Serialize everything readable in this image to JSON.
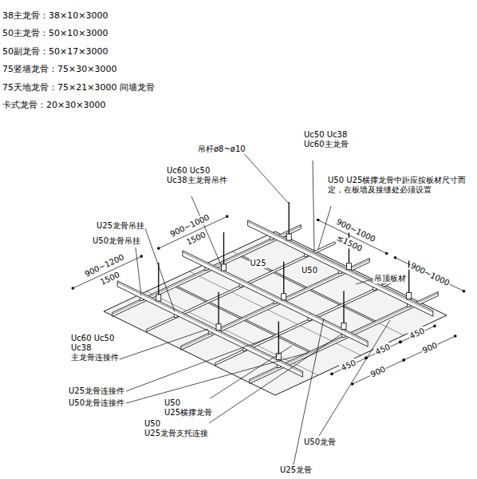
{
  "diagram": {
    "labels": [
      "38主龙骨：38×10×3000",
      "50主龙骨：50×10×3000",
      "50副龙骨：50×17×3000",
      "75竖墙龙骨：75×30×3000",
      "75天地龙骨：75×21×3000 间墙龙骨",
      "卡式龙骨：20×30×3000",
      "吊杆ø8~ø10",
      "Uc50 Uc38 Uc60主龙骨",
      "Uc60 Uc50 Uc38主龙骨吊件",
      "U50 U25横撑龙骨中距应按板材尺寸而定，在板墙及接缝处必须设置",
      "U25龙骨吊挂",
      "U50龙骨吊挂",
      "900~1000",
      "1500",
      "900~1000",
      "≤1500",
      "900~1000",
      "900~1200",
      "1500",
      "U25",
      "U50",
      "吊顶板材",
      "450",
      "900",
      "450",
      "450",
      "900",
      "Uc60 Uc50 Uc38 主龙骨连接件",
      "U25龙骨连接件",
      "U50龙骨连接件",
      "U50 U25横撑龙骨",
      "U50 U25龙骨支托连接",
      "U50龙骨",
      "U25龙骨"
    ]
  }
}
